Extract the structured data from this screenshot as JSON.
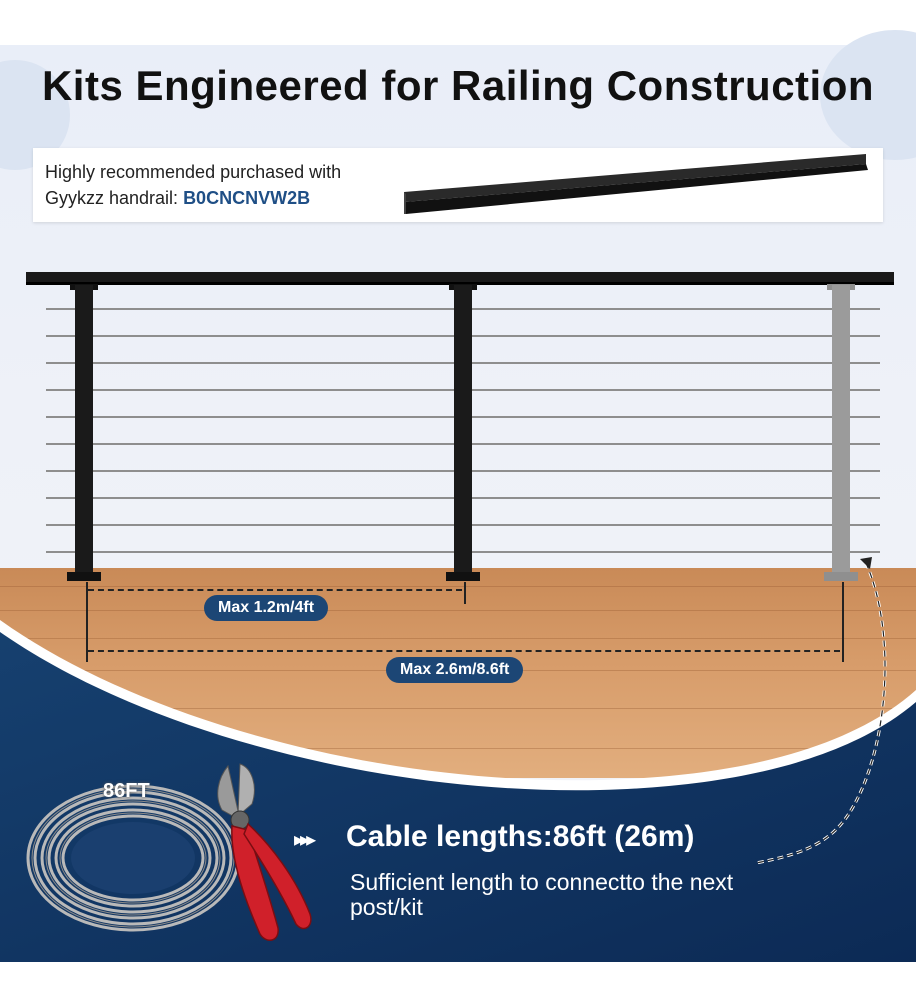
{
  "title": "Kits Engineered for Railing Construction",
  "promo": {
    "line1": "Highly recommended purchased with",
    "line2_prefix": "Gyykzz handrail: ",
    "asin": "B0CNCNVW2B"
  },
  "dimensions": {
    "short_label": "Max 1.2m/4ft",
    "long_label": "Max 2.6m/8.6ft"
  },
  "cable": {
    "coil_label": "86FT",
    "arrows": "▸▸▸",
    "headline": "Cable lengths:86ft (26m)",
    "subtext": "Sufficient length to connectto the next post/kit"
  },
  "colors": {
    "navy": "#1c4675",
    "panel_dark": "#0e2f5c",
    "post_black": "#1a1a1a",
    "post_gray": "#9b9b9b",
    "wood": "#d79c6a",
    "cutter_red": "#d0202a"
  },
  "icons": [
    "handrail-bar-image",
    "cable-coil-icon",
    "cable-cutter-icon",
    "chain-arrow-icon"
  ]
}
